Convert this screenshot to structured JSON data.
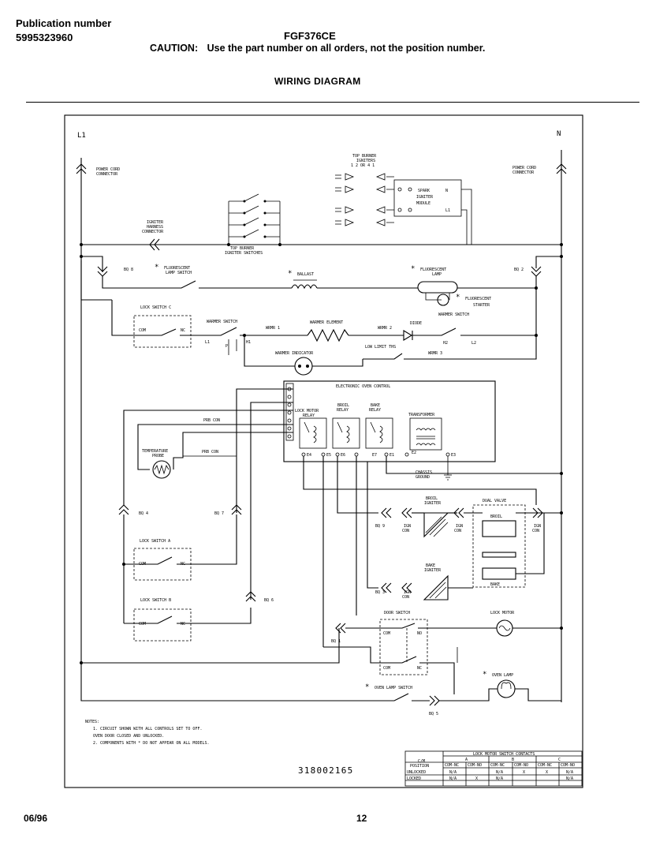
{
  "header": {
    "pub_label": "Publication number",
    "pub_number": "5995323960",
    "model": "FGF376CE",
    "caution_word": "CAUTION:",
    "caution_text": "Use the part number on all orders, not the position number.",
    "title": "WIRING DIAGRAM"
  },
  "diagram": {
    "l1": "L1",
    "n": "N",
    "power_cord_left": [
      "POWER CORD",
      "CONNECTOR"
    ],
    "power_cord_right": [
      "POWER CORD",
      "CONNECTOR"
    ],
    "top_burner_igniters": [
      "TOP BURNER",
      "IGNITERS",
      "1 2 OR 4 1"
    ],
    "spark_module": [
      "SPARK",
      "IGNITER",
      "MODULE"
    ],
    "igniter_harness": [
      "IGNITER",
      "HARNESS",
      "CONNECTOR"
    ],
    "top_burner_switches": [
      "TOP BURNER",
      "IGNITER SWITCHES"
    ],
    "bq8": "BQ 8",
    "bq2": "BQ 2",
    "bq4": "BQ 4",
    "bq7": "BQ 7",
    "bq6": "BQ 6",
    "bq1": "BQ 1",
    "bq5": "BQ 5",
    "bq9": "BQ 9",
    "bq3": "BQ 3",
    "fluor_switch": [
      "FLUORESCENT",
      "LAMP SWITCH"
    ],
    "ballast": "BALLAST",
    "fluor_lamp": [
      "FLUORESCENT",
      "LAMP"
    ],
    "fluor_starter": [
      "FLUORESCENT",
      "STARTER"
    ],
    "lock_switch_c": "LOCK SWITCH C",
    "com": "COM",
    "nc": "NC",
    "no": "NO",
    "warmer_switch_left": "WARMER SWITCH",
    "warmer_switch_right": "WARMER SWITCH",
    "wrmr1": "WRMR 1",
    "wrmr2": "WRMR 2",
    "wrmr3": "WRMR 3",
    "warmer_element": "WARMER ELEMENT",
    "diode": "DIODE",
    "low_limit": "LOW LIMIT THS",
    "warmer_indicator": "WARMER INDICATOR",
    "l1_small": "L1",
    "l2_small": "L2",
    "p": "P",
    "h1": "H1",
    "h2": "H2",
    "eoc": "ELECTRONIC OVEN CONTROL",
    "lock_motor_relay": [
      "LOCK MOTOR",
      "RELAY"
    ],
    "broil_relay": [
      "BROIL",
      "RELAY"
    ],
    "bake_relay": [
      "BAKE",
      "RELAY"
    ],
    "transformer": "TRANSFORMER",
    "pins": [
      "E4",
      "E5",
      "E6",
      "E7",
      "E1",
      "E2",
      "E3"
    ],
    "chassis_ground": [
      "CHASSIS",
      "GROUND"
    ],
    "prb_con": "PRB CON",
    "temp_probe": [
      "TEMPERATURE",
      "PROBE"
    ],
    "broil_igniter": [
      "BROIL",
      "IGNITER"
    ],
    "bake_igniter": [
      "BAKE",
      "IGNITER"
    ],
    "dual_valve": "DUAL VALVE",
    "broil": "BROIL",
    "bake": "BAKE",
    "ign_con": [
      "IGN",
      "CON"
    ],
    "lock_switch_a": "LOCK SWITCH A",
    "lock_switch_b": "LOCK SWITCH B",
    "door_switch": "DOOR SWITCH",
    "lock_motor": "LOCK MOTOR",
    "oven_lamp": "OVEN LAMP",
    "oven_lamp_switch": "OVEN LAMP SWITCH",
    "star": "*"
  },
  "notes": {
    "heading": "NOTES:",
    "lines": [
      "1. CIRCUIT SHOWN WITH ALL CONTROLS SET TO OFF.",
      "   OVEN DOOR CLOSED AND UNLOCKED.",
      "2. COMPONENTS WITH * DO NOT APPEAR ON ALL MODELS."
    ]
  },
  "contacts_table": {
    "title": "LOCK MOTOR SWITCH CONTACTS",
    "col_header": [
      "C/M",
      "POSITION"
    ],
    "groups": [
      "A",
      "B",
      "C"
    ],
    "subheaders": [
      "COM-NC",
      "COM-NO",
      "COM-NC",
      "COM-NO",
      "COM-NC",
      "COM-NO"
    ],
    "rows": [
      {
        "label": "UNLOCKED",
        "cells": [
          "N/A",
          "",
          "N/A",
          "X",
          "X",
          "N/A"
        ]
      },
      {
        "label": "LOCKED",
        "cells": [
          "N/A",
          "X",
          "N/A",
          "",
          "",
          "N/A"
        ]
      }
    ]
  },
  "doc_number": "318002165",
  "footer": {
    "date": "06/96",
    "page": "12"
  }
}
